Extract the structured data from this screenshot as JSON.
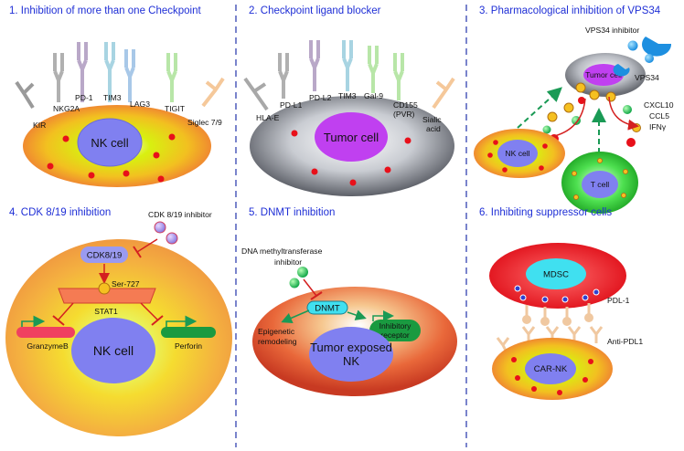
{
  "colors": {
    "title": "#1f2fd6",
    "divider": "#2233aa",
    "nucleus": "#8080f0",
    "tumor_nucleus": "#c040f0",
    "dot": "#e8101a",
    "green_arrow": "#1a9a55",
    "red_inhibit": "#d42020"
  },
  "panels": {
    "p1": {
      "title": "1. Inhibition of more than one Checkpoint",
      "cell": "NK cell",
      "receptors": [
        "KIR",
        "NKG2A",
        "PD-1",
        "TIM3",
        "LAG3",
        "TIGIT",
        "Siglec 7/9"
      ]
    },
    "p2": {
      "title": "2. Checkpoint ligand blocker",
      "cell": "Tumor cell",
      "ligands": [
        "HLA-E",
        "PD-L1",
        "PD-L2",
        "TIM3",
        "Gal-9",
        "CD155",
        "(PVR)",
        "Sialic",
        "acid"
      ]
    },
    "p3": {
      "title": "3. Pharmacological inhibition of VPS34",
      "inhibitor": "VPS34 inhibitor",
      "vps34": "VPS34",
      "tumor": "Tumor cell",
      "cytokines": [
        "CXCL10",
        "CCL5",
        "IFNγ"
      ],
      "nk": "NK cell",
      "tcell": "T cell"
    },
    "p4": {
      "title": "4. CDK 8/19 inhibition",
      "inhibitor": "CDK 8/19 inhibitor",
      "cdk": "CDK8/19",
      "ser": "Ser-727",
      "stat": "STAT1",
      "granzyme": "GranzymeB",
      "perforin": "Perforin",
      "cell": "NK cell"
    },
    "p5": {
      "title": "5. DNMT inhibition",
      "inhibitor_line1": "DNA methyltransferase",
      "inhibitor_line2": "inhibitor",
      "dnmt": "DNMT",
      "epi_line1": "Epigenetic",
      "epi_line2": "remodeling",
      "inh_line1": "Inhibitory",
      "inh_line2": "receptor",
      "cell_line1": "Tumor exposed",
      "cell_line2": "NK"
    },
    "p6": {
      "title": "6. Inhibiting suppressor cells",
      "mdsc": "MDSC",
      "pdl1": "PDL-1",
      "antipdl1": "Anti-PDL1",
      "carnk": "CAR-NK"
    }
  }
}
